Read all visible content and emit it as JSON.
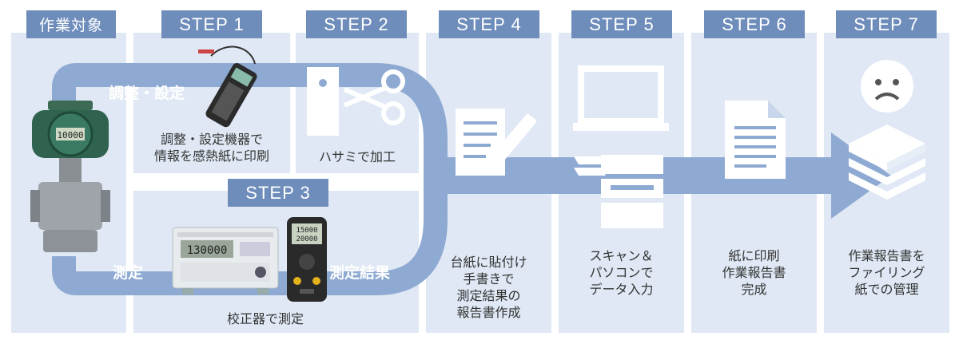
{
  "headers": {
    "target": "作業対象",
    "step1": "STEP 1",
    "step2": "STEP 2",
    "step3": "STEP 3",
    "step4": "STEP 4",
    "step5": "STEP 5",
    "step6": "STEP 6",
    "step7": "STEP 7"
  },
  "track_labels": {
    "adjust": "調整・設定",
    "measure": "測定",
    "measure_result": "測定結果"
  },
  "captions": {
    "step1": [
      "調整・設定機器で",
      "情報を感熱紙に印刷"
    ],
    "step2": [
      "ハサミで加工"
    ],
    "step3": [
      "校正器で測定"
    ],
    "step4": [
      "台紙に貼付け",
      "手書きで",
      "測定結果の",
      "報告書作成"
    ],
    "step5": [
      "スキャン＆",
      "パソコンで",
      "データ入力"
    ],
    "step6": [
      "紙に印刷",
      "作業報告書",
      "完成"
    ],
    "step7": [
      "作業報告書を",
      "ファイリング",
      "紙での管理"
    ]
  },
  "device_display": {
    "transmitter": "10000",
    "calibrator_main": "130000",
    "handheld_top": "15000",
    "handheld_bottom": "20000"
  },
  "colors": {
    "panel": "#dfe8f4",
    "header": "#6e8dbb",
    "track": "#8eaad2"
  },
  "icons": [
    "scissors-icon",
    "document-pen-icon",
    "laptop-icon",
    "scanner-icon",
    "document-icon",
    "sad-face-icon",
    "paper-stack-icon"
  ]
}
